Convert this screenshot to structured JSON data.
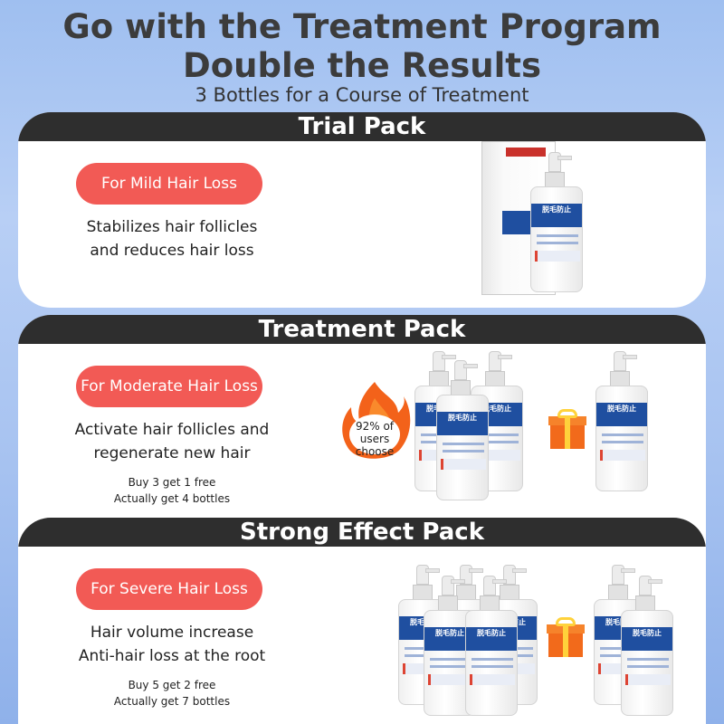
{
  "header": {
    "line1": "Go with the Treatment Program",
    "line2": "Double the Results",
    "line3": "3 Bottles for a Course of Treatment"
  },
  "packs": [
    {
      "title": "Trial Pack",
      "pill": "For Mild Hair Loss",
      "desc1": "Stabilizes hair follicles",
      "desc2": "and reduces hair loss"
    },
    {
      "title": "Treatment Pack",
      "pill": "For Moderate Hair Loss",
      "desc1": "Activate hair follicles and",
      "desc2": "regenerate new hair",
      "offer1": "Buy 3 get 1 free",
      "offer2": "Actually get 4 bottles",
      "badge": [
        "92% of",
        "users",
        "choose"
      ]
    },
    {
      "title": "Strong Effect Pack",
      "pill": "For Severe Hair Loss",
      "desc1": "Hair volume increase",
      "desc2": "Anti-hair loss at the root",
      "offer1": "Buy 5 get 2 free",
      "offer2": "Actually get 7 bottles"
    }
  ],
  "product": {
    "label": "脱毛防止"
  },
  "icons": {
    "gift": "gift-box-icon",
    "flame": "flame-icon"
  },
  "colors": {
    "pill": "#f25a55",
    "title_bar": "#2e2e2e",
    "label_blue": "#1f4fa0",
    "flame": "#f3621a"
  }
}
